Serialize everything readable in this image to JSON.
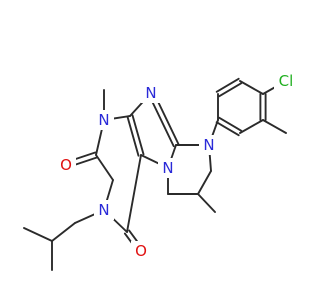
{
  "molecule": {
    "atom_colors": {
      "N": "#2a2ad8",
      "O": "#e01010",
      "Cl": "#22b022"
    },
    "labels": {
      "n1": "N",
      "n3": "N",
      "n7": "N",
      "n9": "N",
      "n10": "N",
      "o2": "O",
      "o4": "O",
      "cl": "Cl"
    }
  }
}
